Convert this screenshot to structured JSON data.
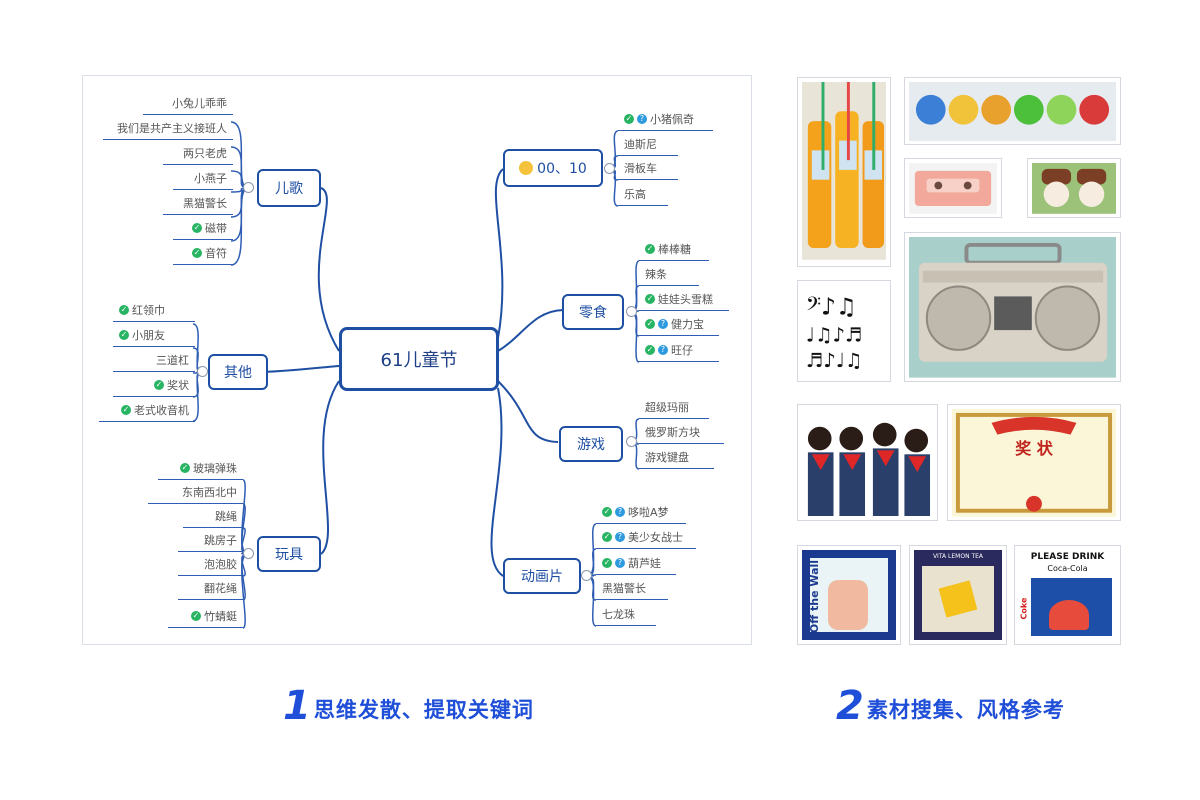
{
  "mindmap": {
    "center": "61儿童节",
    "branches": {
      "erge": {
        "label": "儿歌",
        "leaves": [
          "小兔儿乖乖",
          "我们是共产主义接班人",
          "两只老虎",
          "小燕子",
          "黑猫警长",
          "磁带",
          "音符"
        ]
      },
      "qita": {
        "label": "其他",
        "leaves": [
          "红领巾",
          "小朋友",
          "三道杠",
          "奖状",
          "老式收音机"
        ]
      },
      "wanju": {
        "label": "玩具",
        "leaves": [
          "玻璃弹珠",
          "东南西北中",
          "跳绳",
          "跳房子",
          "泡泡胶",
          "翻花绳",
          "竹蜻蜓"
        ]
      },
      "oo10": {
        "label": "00、10",
        "leaves": [
          "小猪佩奇",
          "迪斯尼",
          "滑板车",
          "乐高"
        ]
      },
      "lingshi": {
        "label": "零食",
        "leaves": [
          "棒棒糖",
          "辣条",
          "娃娃头雪糕",
          "健力宝",
          "旺仔"
        ]
      },
      "youxi": {
        "label": "游戏",
        "leaves": [
          "超级玛丽",
          "俄罗斯方块",
          "游戏键盘"
        ]
      },
      "donghua": {
        "label": "动画片",
        "leaves": [
          "哆啦A梦",
          "美少女战士",
          "葫芦娃",
          "黑猫警长",
          "七龙珠"
        ]
      }
    }
  },
  "captions": {
    "left_num": "1",
    "left_text": "思维发散、提取关键词",
    "right_num": "2",
    "right_text": "素材搜集、风格参考"
  },
  "reference_images": {
    "certificate_text": "奖  状",
    "poster1_text": "Off the Wall",
    "poster2_text": "VITA LEMON TEA",
    "poster3_line1": "PLEASE DRINK",
    "poster3_line2": "Coca-Cola",
    "poster3_side": "Coke"
  },
  "colors": {
    "accent": "#1f4fd8",
    "node_border": "#1f4fa3",
    "line": "#2f5db3",
    "check": "#27b463",
    "question": "#2d9ae0"
  }
}
